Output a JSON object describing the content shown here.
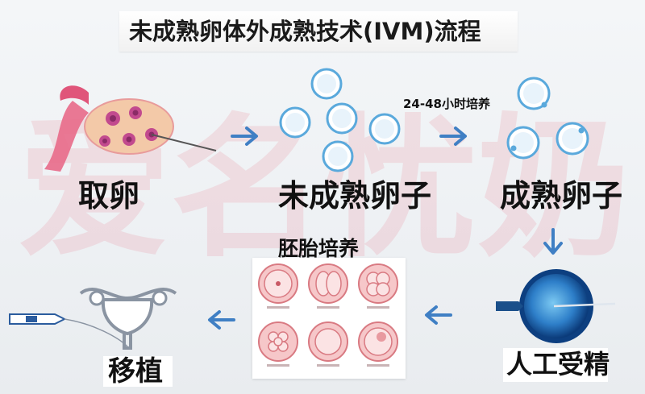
{
  "title": "未成熟卵体外成熟技术(IVM)流程",
  "watermark": [
    "爱",
    "名",
    "忧",
    "奶"
  ],
  "steps": {
    "retrieval": "取卵",
    "immature": "未成熟卵子",
    "mature": "成熟卵子",
    "fertilization": "人工受精",
    "culture": "胚胎培养",
    "transfer": "移植"
  },
  "culture_note": "24-48小时培养",
  "colors": {
    "arrow": "#3f7fc4",
    "oocyte_ring": "#5aa9dc",
    "embryo_pink": "#e89aa0",
    "watermark": "#e8788c"
  }
}
